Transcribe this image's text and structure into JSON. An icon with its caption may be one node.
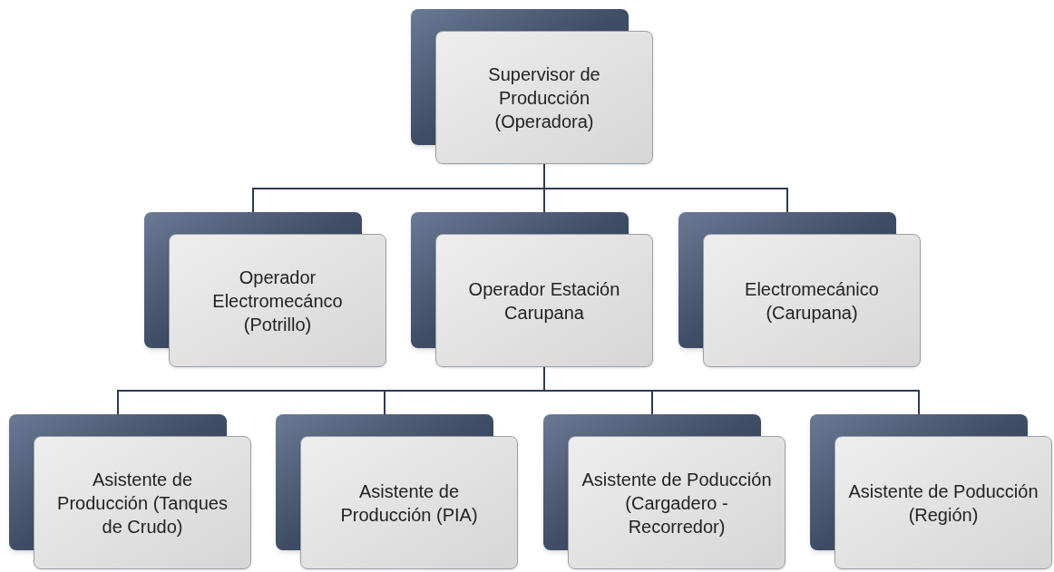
{
  "diagram": {
    "nodes": [
      {
        "text": [
          "Supervisor de Producción (Operadora)"
        ]
      },
      {
        "text": [
          "Operador Electromecánco (Potrillo)"
        ]
      },
      {
        "text": [
          "Operador Estación Carupana"
        ]
      },
      {
        "text": [
          "Electromecánico (Carupana)"
        ]
      },
      {
        "text": [
          "Asistente de Producción (Tanques de Crudo)"
        ]
      },
      {
        "text": [
          "Asistente de Producción (PIA)"
        ]
      },
      {
        "text": [
          "Asistente de Poducción (Cargadero - Recorredor)"
        ]
      },
      {
        "text": [
          "Asistente de Poducción (Región)"
        ]
      }
    ],
    "edges": [
      {
        "from": 0,
        "to": 1,
        "arrow": "none"
      },
      {
        "from": 0,
        "to": 2,
        "arrow": "none"
      },
      {
        "from": 0,
        "to": 3,
        "arrow": "none"
      },
      {
        "from": 2,
        "to": 4,
        "arrow": "none"
      },
      {
        "from": 2,
        "to": 5,
        "arrow": "none"
      },
      {
        "from": 2,
        "to": 6,
        "arrow": "none"
      },
      {
        "from": 2,
        "to": 7,
        "arrow": "none"
      }
    ]
  }
}
